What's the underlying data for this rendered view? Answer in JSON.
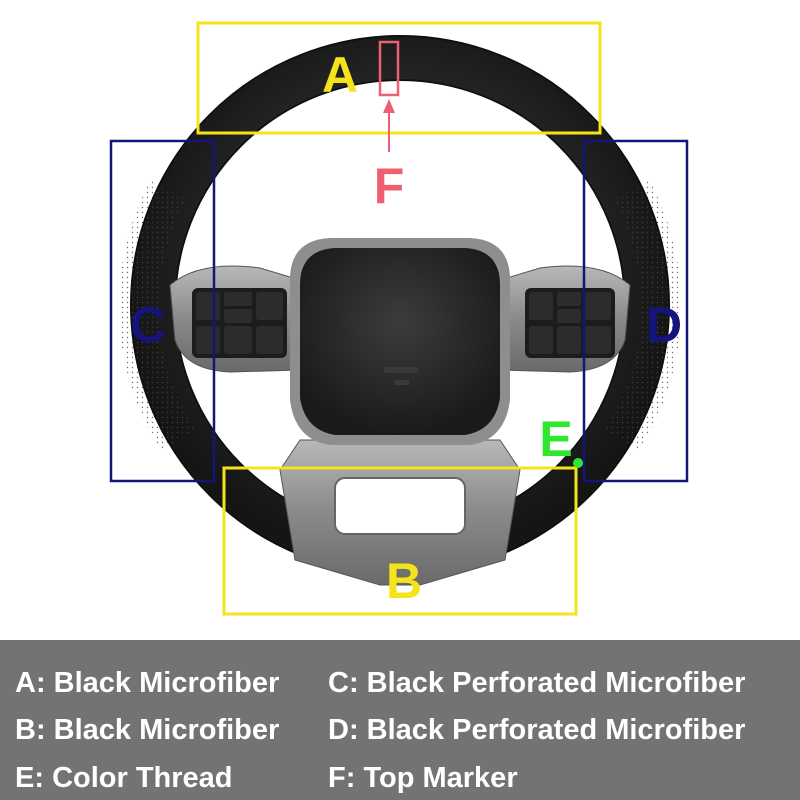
{
  "zones": {
    "a": {
      "letter": "A",
      "color": "#f5e31c"
    },
    "b": {
      "letter": "B",
      "color": "#f5e31c"
    },
    "c": {
      "letter": "C",
      "color": "#14147a"
    },
    "d": {
      "letter": "D",
      "color": "#14147a"
    },
    "e": {
      "letter": "E",
      "color": "#2ee82e"
    },
    "f": {
      "letter": "F",
      "color": "#ee6070"
    }
  },
  "legend": {
    "background": "#737373",
    "items": [
      {
        "code": "A:",
        "text": "Black Microfiber"
      },
      {
        "code": "C:",
        "text": "Black Perforated Microfiber"
      },
      {
        "code": "B:",
        "text": "Black Microfiber"
      },
      {
        "code": "D:",
        "text": "Black Perforated Microfiber"
      },
      {
        "code": "E:",
        "text": "Color Thread"
      },
      {
        "code": "F:",
        "text": "Top Marker"
      }
    ]
  }
}
